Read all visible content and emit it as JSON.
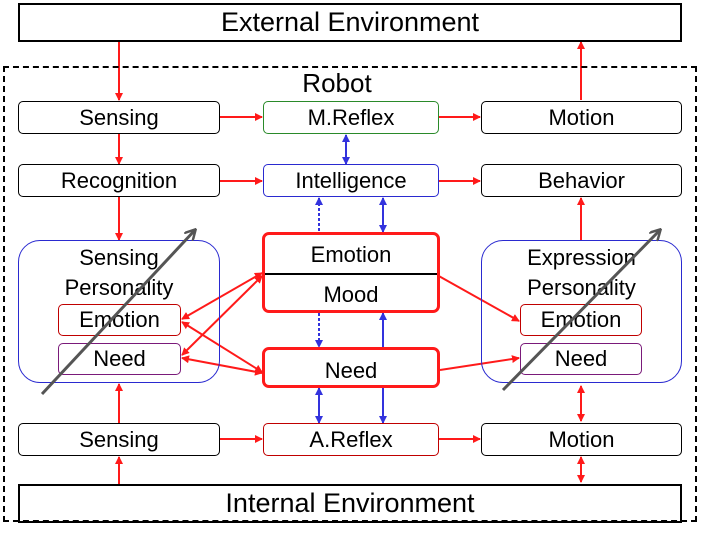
{
  "external_environment": "External Environment",
  "internal_environment": "Internal Environment",
  "robot": "Robot",
  "left": {
    "sensing_top": "Sensing",
    "recognition": "Recognition",
    "personality_line1": "Sensing",
    "personality_line2": "Personality",
    "emotion": "Emotion",
    "need": "Need",
    "sensing_bottom": "Sensing"
  },
  "center": {
    "m_reflex": "M.Reflex",
    "intelligence": "Intelligence",
    "emotion": "Emotion",
    "mood": "Mood",
    "need": "Need",
    "a_reflex": "A.Reflex"
  },
  "right": {
    "motion_top": "Motion",
    "behavior": "Behavior",
    "personality_line1": "Expression",
    "personality_line2": "Personality",
    "emotion": "Emotion",
    "need": "Need",
    "motion_bottom": "Motion"
  },
  "colors": {
    "flow_arrow": "#ff1a1a",
    "link_arrow": "#3333dd",
    "personality_border": "#2a2ad0",
    "reflex_border": "#2a8a2a",
    "emotion_border": "#c00000",
    "need_border": "#7a1a7a",
    "gradient_arrow": "#555555"
  }
}
